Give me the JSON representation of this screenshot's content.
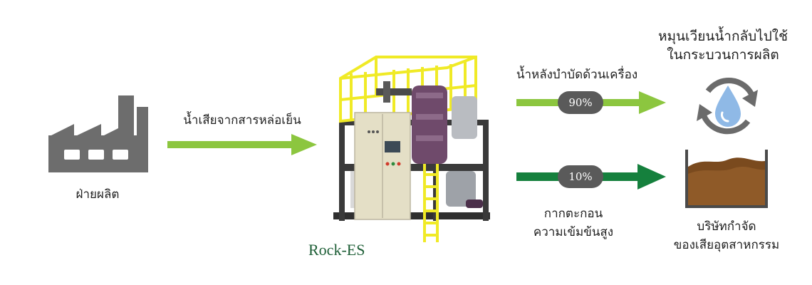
{
  "labels": {
    "source": "ฝ่ายผลิต",
    "input_flow": "น้ำเสียจากสารหล่อเย็น",
    "machine": "Rock-ES",
    "upper_flow": "น้ำหลังบำบัดด้วนเครื่อง",
    "upper_dest_line1": "หมุนเวียนน้ำกลับไปใช้",
    "upper_dest_line2": "ในกระบวนการผลิต",
    "lower_flow_line1": "กากตะกอน",
    "lower_flow_line2": "ความเข้มข้นสูง",
    "lower_dest_line1": "บริษัทกำจัด",
    "lower_dest_line2": "ของเสียอุตสาหกรรม"
  },
  "badges": {
    "upper_percent": "90%",
    "lower_percent": "10%"
  },
  "colors": {
    "light_green": "#8cc63f",
    "dark_green": "#15803d",
    "factory_gray": "#6d6d6d",
    "water_blue": "#8fb9e6",
    "sludge_brown": "#7a4a1e",
    "frame_yellow": "#f0ea26"
  },
  "icons": {
    "source": "factory-icon",
    "machine": "treatment-machine-illustration",
    "upper_dest": "water-recycle-icon",
    "lower_dest": "sludge-container-icon"
  }
}
